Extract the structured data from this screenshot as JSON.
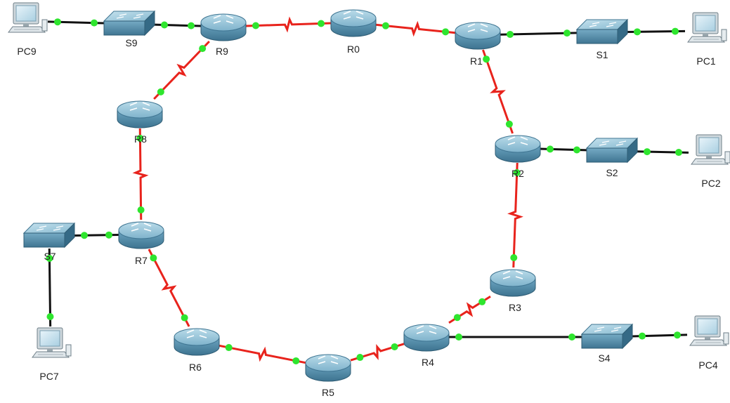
{
  "nodes": [
    {
      "id": "PC9",
      "type": "pc",
      "label": "PC9"
    },
    {
      "id": "S9",
      "type": "switch",
      "label": "S9"
    },
    {
      "id": "R9",
      "type": "router",
      "label": "R9"
    },
    {
      "id": "R0",
      "type": "router",
      "label": "R0"
    },
    {
      "id": "R1",
      "type": "router",
      "label": "R1"
    },
    {
      "id": "S1",
      "type": "switch",
      "label": "S1"
    },
    {
      "id": "PC1",
      "type": "pc",
      "label": "PC1"
    },
    {
      "id": "R8",
      "type": "router",
      "label": "R8"
    },
    {
      "id": "R2",
      "type": "router",
      "label": "R2"
    },
    {
      "id": "S2",
      "type": "switch",
      "label": "S2"
    },
    {
      "id": "PC2",
      "type": "pc",
      "label": "PC2"
    },
    {
      "id": "S7",
      "type": "switch",
      "label": "S7"
    },
    {
      "id": "R7",
      "type": "router",
      "label": "R7"
    },
    {
      "id": "R3",
      "type": "router",
      "label": "R3"
    },
    {
      "id": "PC7",
      "type": "pc",
      "label": "PC7"
    },
    {
      "id": "R6",
      "type": "router",
      "label": "R6"
    },
    {
      "id": "R4",
      "type": "router",
      "label": "R4"
    },
    {
      "id": "S4",
      "type": "switch",
      "label": "S4"
    },
    {
      "id": "PC4",
      "type": "pc",
      "label": "PC4"
    },
    {
      "id": "R5",
      "type": "router",
      "label": "R5"
    }
  ],
  "links": [
    {
      "from": "PC9",
      "to": "S9",
      "kind": "ethernet"
    },
    {
      "from": "S9",
      "to": "R9",
      "kind": "ethernet"
    },
    {
      "from": "R9",
      "to": "R0",
      "kind": "serial"
    },
    {
      "from": "R0",
      "to": "R1",
      "kind": "serial"
    },
    {
      "from": "R1",
      "to": "S1",
      "kind": "ethernet"
    },
    {
      "from": "S1",
      "to": "PC1",
      "kind": "ethernet"
    },
    {
      "from": "R9",
      "to": "R8",
      "kind": "serial"
    },
    {
      "from": "R8",
      "to": "R7",
      "kind": "serial"
    },
    {
      "from": "R7",
      "to": "S7",
      "kind": "ethernet"
    },
    {
      "from": "S7",
      "to": "PC7",
      "kind": "ethernet"
    },
    {
      "from": "R7",
      "to": "R6",
      "kind": "serial"
    },
    {
      "from": "R6",
      "to": "R5",
      "kind": "serial"
    },
    {
      "from": "R5",
      "to": "R4",
      "kind": "serial"
    },
    {
      "from": "R4",
      "to": "R3",
      "kind": "serial"
    },
    {
      "from": "R4",
      "to": "S4",
      "kind": "ethernet"
    },
    {
      "from": "S4",
      "to": "PC4",
      "kind": "ethernet"
    },
    {
      "from": "R3",
      "to": "R2",
      "kind": "serial"
    },
    {
      "from": "R2",
      "to": "S2",
      "kind": "ethernet"
    },
    {
      "from": "S2",
      "to": "PC2",
      "kind": "ethernet"
    },
    {
      "from": "R2",
      "to": "R1",
      "kind": "serial"
    }
  ],
  "colors": {
    "serial_link": "#e8231c",
    "ethernet_link": "#111111",
    "link_status": "#2ee52e",
    "device_body": "#6fa7c4",
    "device_dark": "#3c7290"
  }
}
